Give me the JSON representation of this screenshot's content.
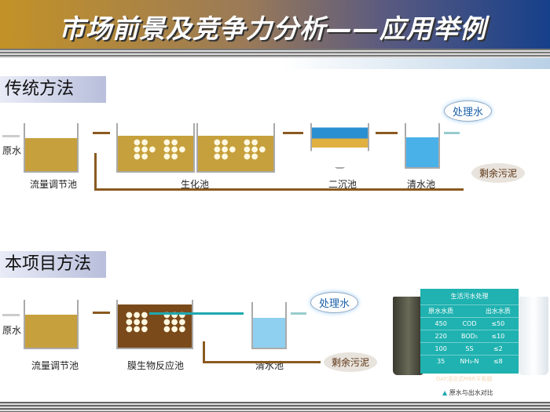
{
  "title": "市场前景及竞争力分析——应用举例",
  "traditional": {
    "label": "传统方法",
    "raw_water": "原水",
    "tank1": "流量调节池",
    "tank2": "生化池",
    "tank3": "二沉池",
    "tank4": "清水池",
    "treated": "处理水",
    "sludge": "剩余污泥"
  },
  "project": {
    "label": "本项目方法",
    "raw_water": "原水",
    "tank1": "流量调节池",
    "tank2": "膜生物反应池",
    "tank3": "清水池",
    "treated": "处理水",
    "sludge": "剩余污泥"
  },
  "table": {
    "title": "生活污水处理",
    "headers": [
      "原水水质",
      "",
      "出水水质"
    ],
    "rows": [
      [
        "450",
        "COD",
        "≤50"
      ],
      [
        "220",
        "BOD₅",
        "≤10"
      ],
      [
        "100",
        "SS",
        "≤2"
      ],
      [
        "35",
        "NH₃-N",
        "≤8"
      ]
    ],
    "footer": "DAY浸没式MBR平板膜",
    "caption": "原水与出水对比"
  }
}
